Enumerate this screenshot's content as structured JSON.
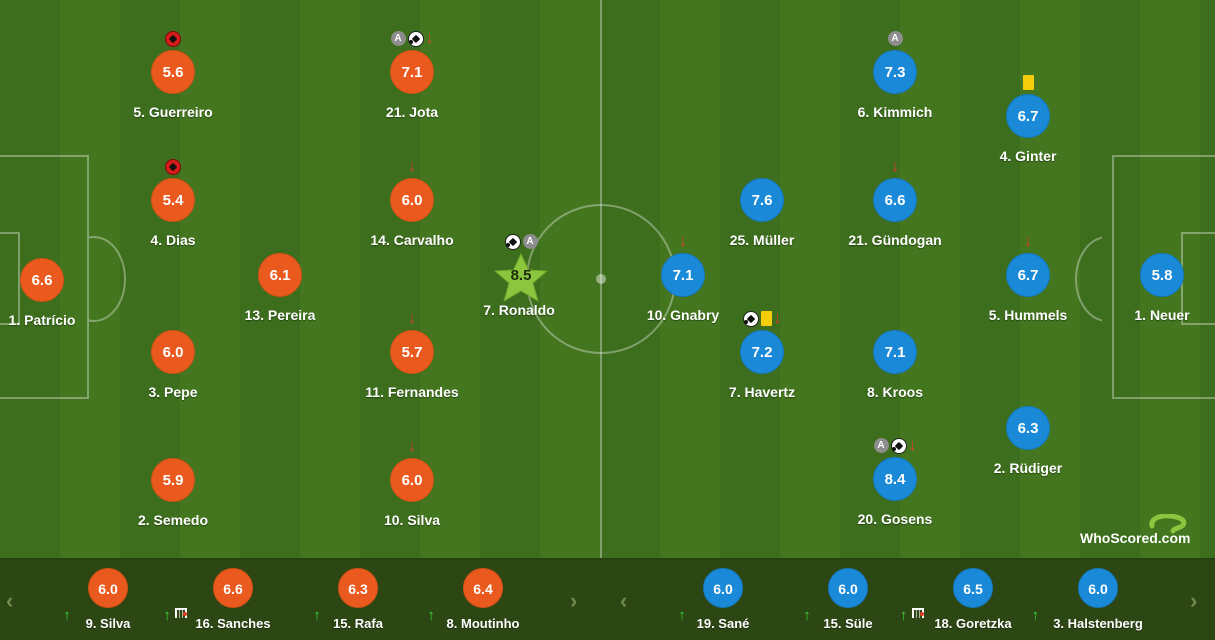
{
  "brand": "WhoScored.com",
  "colors": {
    "home": "#ea5a1f",
    "away": "#1a8ad8",
    "star": "#8cc63f",
    "sub_in": "#38d33a",
    "sub_out": "#e23d23",
    "yellow_card": "#f5cd0a"
  },
  "star_player": {
    "name": "7. Ronaldo",
    "rating": "8.5",
    "icons": [
      "goal",
      "assist"
    ]
  },
  "home_players": [
    {
      "name": "1. Patrício",
      "rating": "6.6",
      "icons": []
    },
    {
      "name": "5. Guerreiro",
      "rating": "5.6",
      "icons": [
        "own-goal"
      ]
    },
    {
      "name": "4. Dias",
      "rating": "5.4",
      "icons": [
        "own-goal"
      ]
    },
    {
      "name": "3. Pepe",
      "rating": "6.0",
      "icons": []
    },
    {
      "name": "2. Semedo",
      "rating": "5.9",
      "icons": []
    },
    {
      "name": "13. Pereira",
      "rating": "6.1",
      "icons": []
    },
    {
      "name": "21. Jota",
      "rating": "7.1",
      "icons": [
        "assist",
        "goal",
        "sub-out"
      ]
    },
    {
      "name": "14. Carvalho",
      "rating": "6.0",
      "icons": [
        "sub-out"
      ]
    },
    {
      "name": "11. Fernandes",
      "rating": "5.7",
      "icons": [
        "sub-out"
      ]
    },
    {
      "name": "10. Silva",
      "rating": "6.0",
      "icons": [
        "sub-out"
      ]
    }
  ],
  "away_players": [
    {
      "name": "10. Gnabry",
      "rating": "7.1",
      "icons": [
        "sub-out"
      ]
    },
    {
      "name": "25. Müller",
      "rating": "7.6",
      "icons": []
    },
    {
      "name": "7. Havertz",
      "rating": "7.2",
      "icons": [
        "goal",
        "yellow-card",
        "sub-out"
      ]
    },
    {
      "name": "6. Kimmich",
      "rating": "7.3",
      "icons": [
        "assist"
      ]
    },
    {
      "name": "21. Gündogan",
      "rating": "6.6",
      "icons": [
        "sub-out"
      ]
    },
    {
      "name": "8. Kroos",
      "rating": "7.1",
      "icons": []
    },
    {
      "name": "20. Gosens",
      "rating": "8.4",
      "icons": [
        "assist",
        "goal",
        "sub-out"
      ]
    },
    {
      "name": "4. Ginter",
      "rating": "6.7",
      "icons": [
        "yellow-card"
      ]
    },
    {
      "name": "5. Hummels",
      "rating": "6.7",
      "icons": [
        "sub-out"
      ]
    },
    {
      "name": "2. Rüdiger",
      "rating": "6.3",
      "icons": []
    },
    {
      "name": "1. Neuer",
      "rating": "5.8",
      "icons": []
    }
  ],
  "home_subs": [
    {
      "name": "9. Silva",
      "rating": "6.0",
      "icons": [
        "sub-in"
      ]
    },
    {
      "name": "16. Sanches",
      "rating": "6.6",
      "icons": [
        "sub-in",
        "goal-net"
      ]
    },
    {
      "name": "15. Rafa",
      "rating": "6.3",
      "icons": [
        "sub-in"
      ]
    },
    {
      "name": "8. Moutinho",
      "rating": "6.4",
      "icons": [
        "sub-in"
      ]
    }
  ],
  "away_subs": [
    {
      "name": "19. Sané",
      "rating": "6.0",
      "icons": [
        "sub-in"
      ]
    },
    {
      "name": "15. Süle",
      "rating": "6.0",
      "icons": [
        "sub-in"
      ]
    },
    {
      "name": "18. Goretzka",
      "rating": "6.5",
      "icons": [
        "sub-in",
        "goal-net"
      ]
    },
    {
      "name": "3. Halstenberg",
      "rating": "6.0",
      "icons": [
        "sub-in"
      ]
    }
  ],
  "bench_nav": {
    "prev_icon": "chevron-left-icon",
    "next_icon": "chevron-right-icon"
  }
}
